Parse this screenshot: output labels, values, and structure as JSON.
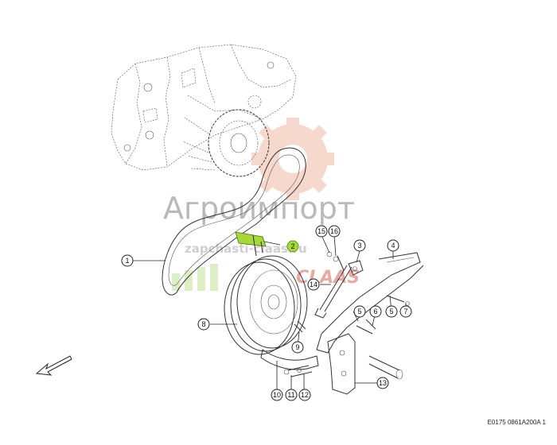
{
  "diagram_ref": "E0175 0861A200A 1",
  "watermark": {
    "title": "Агроимпорт",
    "site": "zapchasti-claas.ru",
    "brand": "CLAAS"
  },
  "callouts": [
    {
      "id": "1",
      "label": "1",
      "highlight": false
    },
    {
      "id": "2",
      "label": "2",
      "highlight": true
    },
    {
      "id": "3",
      "label": "3",
      "highlight": false
    },
    {
      "id": "4",
      "label": "4",
      "highlight": false
    },
    {
      "id": "5a",
      "label": "5",
      "highlight": false
    },
    {
      "id": "5b",
      "label": "5",
      "highlight": false
    },
    {
      "id": "6",
      "label": "6",
      "highlight": false
    },
    {
      "id": "7",
      "label": "7",
      "highlight": false
    },
    {
      "id": "8",
      "label": "8",
      "highlight": false
    },
    {
      "id": "9",
      "label": "9",
      "highlight": false
    },
    {
      "id": "10",
      "label": "10",
      "highlight": false
    },
    {
      "id": "11",
      "label": "11",
      "highlight": false
    },
    {
      "id": "12",
      "label": "12",
      "highlight": false
    },
    {
      "id": "13",
      "label": "13",
      "highlight": false
    },
    {
      "id": "14",
      "label": "14",
      "highlight": false
    },
    {
      "id": "15",
      "label": "15",
      "highlight": false
    },
    {
      "id": "16",
      "label": "16",
      "highlight": false
    }
  ],
  "colors": {
    "highlight": "#a7d83a",
    "watermark_gear": "#f2b9a6",
    "watermark_green": "#c7e6a3"
  }
}
